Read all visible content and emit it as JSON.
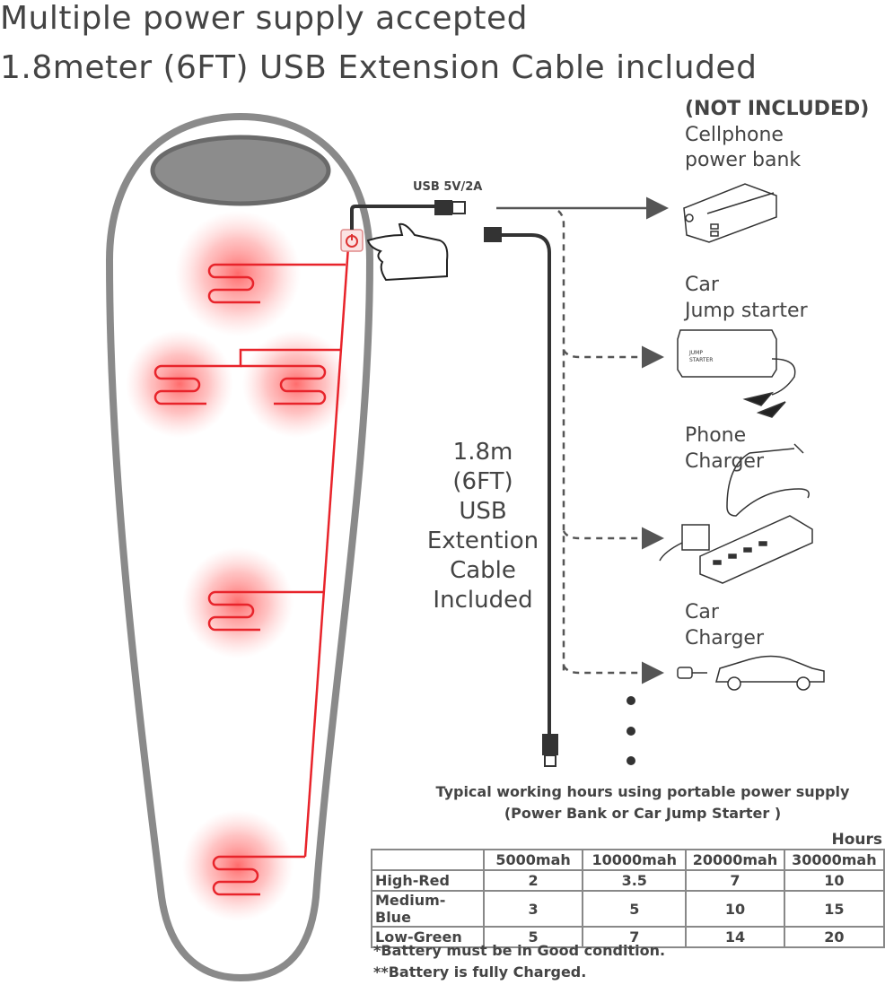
{
  "headline": {
    "line1": "Multiple power supply accepted",
    "line2": "1.8meter (6FT) USB Extension Cable included"
  },
  "usb_label": "USB 5V/2A",
  "devices": {
    "not_included": "(NOT INCLUDED)",
    "power_bank": [
      "Cellphone",
      "power bank"
    ],
    "jump_starter": [
      "Car",
      "Jump starter"
    ],
    "jump_starter_print": [
      "JUMP",
      "STARTER"
    ],
    "phone_charger": [
      "Phone",
      "Charger"
    ],
    "car_charger": [
      "Car",
      "Charger"
    ]
  },
  "cable_label": [
    "1.8m",
    "(6FT)",
    "USB",
    "Extention",
    "Cable",
    "Included"
  ],
  "table": {
    "caption1": "Typical working hours using portable power supply",
    "caption2": "(Power Bank or Car Jump Starter )",
    "unit": "Hours",
    "columns": [
      "",
      "5000mah",
      "10000mah",
      "20000mah",
      "30000mah"
    ],
    "rows": [
      {
        "mode": "High-Red",
        "values": [
          "2",
          "3.5",
          "7",
          "10"
        ]
      },
      {
        "mode": "Medium-Blue",
        "values": [
          "3",
          "5",
          "10",
          "15"
        ]
      },
      {
        "mode": "Low-Green",
        "values": [
          "5",
          "7",
          "14",
          "20"
        ]
      }
    ]
  },
  "notes": [
    "*Battery must be in Good condition.",
    "**Battery is fully Charged."
  ],
  "colors": {
    "heater": "#e8242b",
    "glow": "#ff6b6b",
    "outline": "#888888",
    "cable": "#333333"
  }
}
